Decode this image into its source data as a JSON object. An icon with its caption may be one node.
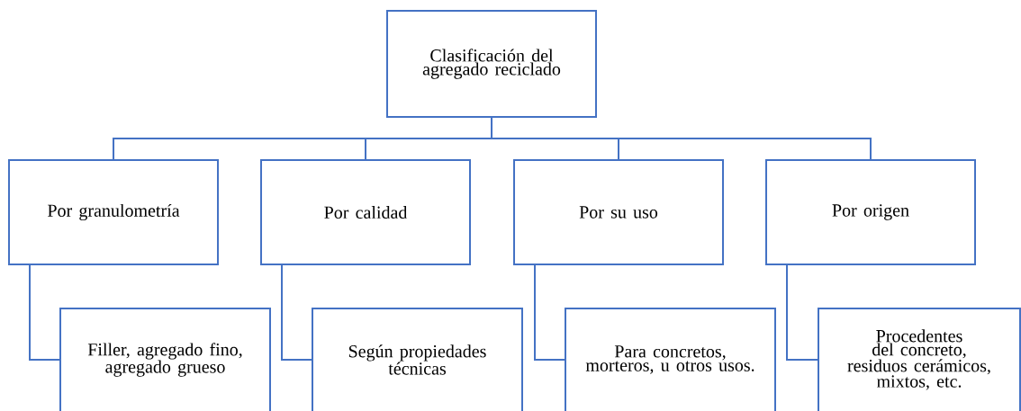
{
  "diagram": {
    "nodes": [
      {
        "text": [
          "Clasificación del agregado reciclado"
        ]
      },
      {
        "text": [
          "Por granulometría"
        ]
      },
      {
        "text": [
          "Por calidad"
        ]
      },
      {
        "text": [
          "Por su uso"
        ]
      },
      {
        "text": [
          "Por origen"
        ]
      },
      {
        "text": [
          "Filler, agregado fino, agregado grueso"
        ]
      },
      {
        "text": [
          "Según propiedades técnicas"
        ]
      },
      {
        "text": [
          "Para concretos, morteros, u otros usos."
        ]
      },
      {
        "text": [
          "Procedentes del concreto, residuos cerámicos, mixtos, etc."
        ]
      }
    ],
    "edges": [
      {
        "from": 0,
        "to": 1,
        "arrow": "none"
      },
      {
        "from": 0,
        "to": 2,
        "arrow": "none"
      },
      {
        "from": 0,
        "to": 3,
        "arrow": "none"
      },
      {
        "from": 0,
        "to": 4,
        "arrow": "none"
      },
      {
        "from": 1,
        "to": 5,
        "arrow": "none"
      },
      {
        "from": 2,
        "to": 6,
        "arrow": "none"
      },
      {
        "from": 3,
        "to": 7,
        "arrow": "none"
      },
      {
        "from": 4,
        "to": 8,
        "arrow": "none"
      }
    ]
  }
}
